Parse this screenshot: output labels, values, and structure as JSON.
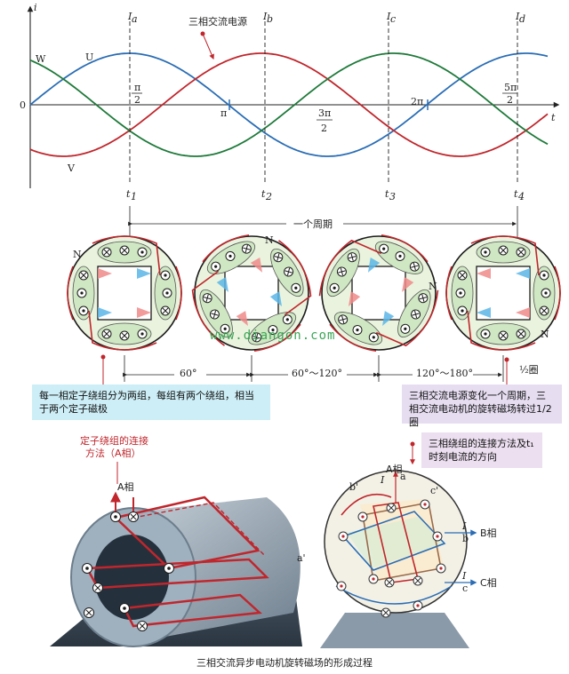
{
  "waveform": {
    "axis_i": "i",
    "axis_t": "t",
    "origin": "0",
    "source_label": "三相交流电源",
    "curves": [
      {
        "name": "U",
        "color": "#2a6db5"
      },
      {
        "name": "V",
        "color": "#c0262c"
      },
      {
        "name": "W",
        "color": "#1e7a3a"
      }
    ],
    "moments_top": [
      "I",
      "I",
      "I",
      "I"
    ],
    "moments_top_sub": [
      "a",
      "b",
      "c",
      "d"
    ],
    "moments_bottom": [
      "t",
      "t",
      "t",
      "t"
    ],
    "moments_bottom_sub": [
      "1",
      "2",
      "3",
      "4"
    ],
    "phase_ticks": [
      "π/2",
      "π",
      "3π/2",
      "2π",
      "5π/2"
    ]
  },
  "rotation": {
    "period_label": "一个周期",
    "north_label": "N",
    "angle_labels": [
      "60°",
      "60°～120°",
      "120°～180°"
    ],
    "half_turn": "½圈",
    "watermark": "www.diangon.com"
  },
  "callouts": {
    "left": "每一相定子绕组分为两组，每组有两个绕组，相当于两个定子磁极",
    "right": "三相交流电源变化一个周期，三相交流电动机的旋转磁场转过1/2圈",
    "winding_method": "三相绕组的连接方法及t₁时刻电流的方向",
    "stator_method_line1": "定子绕组的连接",
    "stator_method_line2": "方法（A相）"
  },
  "motor": {
    "phase_a": "A相",
    "phase_b": "B相",
    "phase_c": "C相",
    "left_phase_a": "A相",
    "current_ia": "I",
    "current_ib": "I",
    "current_ic": "I",
    "terminals": {
      "a": "a",
      "b": "b",
      "c": "c",
      "a_prime": "a'",
      "b_prime": "b'",
      "c_prime": "c'"
    }
  },
  "caption": "三相交流异步电动机旋转磁场的形成过程"
}
